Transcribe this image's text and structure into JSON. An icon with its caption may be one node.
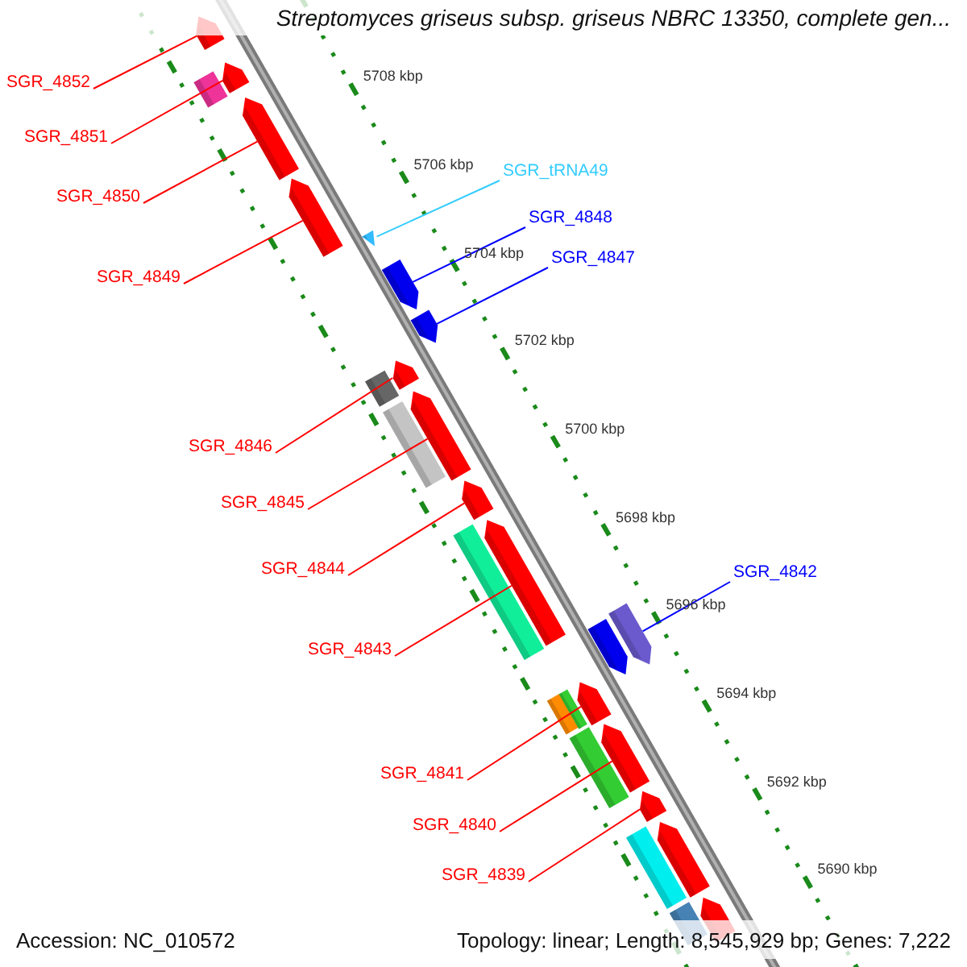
{
  "diagram": {
    "title": "Streptomyces griseus subsp. griseus NBRC 13350, complete gen...",
    "nodes": [
      {
        "text": [
          "SGR_4852"
        ]
      },
      {
        "text": [
          "SGR_4851"
        ]
      },
      {
        "text": [
          "SGR_4850"
        ]
      },
      {
        "text": [
          "SGR_4849"
        ]
      },
      {
        "text": [
          "SGR_tRNA49"
        ]
      },
      {
        "text": [
          "SGR_4848"
        ]
      },
      {
        "text": [
          "SGR_4847"
        ]
      },
      {
        "text": [
          "SGR_4846"
        ]
      },
      {
        "text": [
          "SGR_4845"
        ]
      },
      {
        "text": [
          "SGR_4844"
        ]
      },
      {
        "text": [
          "SGR_4843"
        ]
      },
      {
        "text": [
          "SGR_4842"
        ]
      },
      {
        "text": [
          "SGR_4841"
        ]
      },
      {
        "text": [
          "SGR_4840"
        ]
      },
      {
        "text": [
          "SGR_4839"
        ]
      },
      {
        "text": [],
        "shape": "pentagon"
      },
      {
        "text": [],
        "shape": "box"
      },
      {
        "text": [],
        "shape": "pentagon"
      },
      {
        "text": [],
        "shape": "pentagon"
      },
      {
        "text": [],
        "shape": "pentagon"
      },
      {
        "text": [],
        "shape": "triangle"
      },
      {
        "text": [],
        "shape": "pentagon"
      },
      {
        "text": [],
        "shape": "pentagon"
      },
      {
        "text": [],
        "shape": "box"
      },
      {
        "text": [],
        "shape": "pentagon"
      },
      {
        "text": [],
        "shape": "box"
      },
      {
        "text": [],
        "shape": "pentagon"
      },
      {
        "text": [],
        "shape": "pentagon"
      },
      {
        "text": [],
        "shape": "box"
      },
      {
        "text": [],
        "shape": "pentagon"
      },
      {
        "text": [],
        "shape": "pentagon"
      },
      {
        "text": [],
        "shape": "pentagon"
      },
      {
        "text": [],
        "shape": "box"
      },
      {
        "text": [],
        "shape": "box"
      },
      {
        "text": [],
        "shape": "pentagon"
      },
      {
        "text": [],
        "shape": "box"
      },
      {
        "text": [],
        "shape": "pentagon"
      },
      {
        "text": [],
        "shape": "pentagon"
      },
      {
        "text": [],
        "shape": "box"
      },
      {
        "text": [],
        "shape": "pentagon"
      },
      {
        "text": [],
        "shape": "box"
      },
      {
        "text": [],
        "shape": "pentagon"
      }
    ],
    "edges": [
      {
        "from": 0,
        "to": 15,
        "arrow": "none"
      },
      {
        "from": 1,
        "to": 17,
        "arrow": "none"
      },
      {
        "from": 2,
        "to": 18,
        "arrow": "none"
      },
      {
        "from": 3,
        "to": 19,
        "arrow": "none"
      },
      {
        "from": 4,
        "to": 20,
        "arrow": "none",
        "color": "#33ccff"
      },
      {
        "from": 5,
        "to": 21,
        "arrow": "none",
        "color": "#0000ff"
      },
      {
        "from": 6,
        "to": 22,
        "arrow": "none",
        "color": "#0000ff"
      },
      {
        "from": 7,
        "to": 24,
        "arrow": "none"
      },
      {
        "from": 8,
        "to": 26,
        "arrow": "none"
      },
      {
        "from": 9,
        "to": 27,
        "arrow": "none"
      },
      {
        "from": 10,
        "to": 29,
        "arrow": "none"
      },
      {
        "from": 11,
        "to": 30,
        "arrow": "none",
        "color": "#0000ff"
      },
      {
        "from": 12,
        "to": 34,
        "arrow": "none"
      },
      {
        "from": 13,
        "to": 36,
        "arrow": "none"
      },
      {
        "from": 14,
        "to": 37,
        "arrow": "none"
      }
    ],
    "labels": [
      "5708 kbp",
      "5706 kbp",
      "5704 kbp",
      "5702 kbp",
      "5700 kbp",
      "5698 kbp",
      "5696 kbp",
      "5694 kbp",
      "5692 kbp",
      "5690 kbp",
      "Accession: NC_010572",
      "Topology: linear; Length: 8,545,929 bp; Genes: 7,222"
    ]
  }
}
